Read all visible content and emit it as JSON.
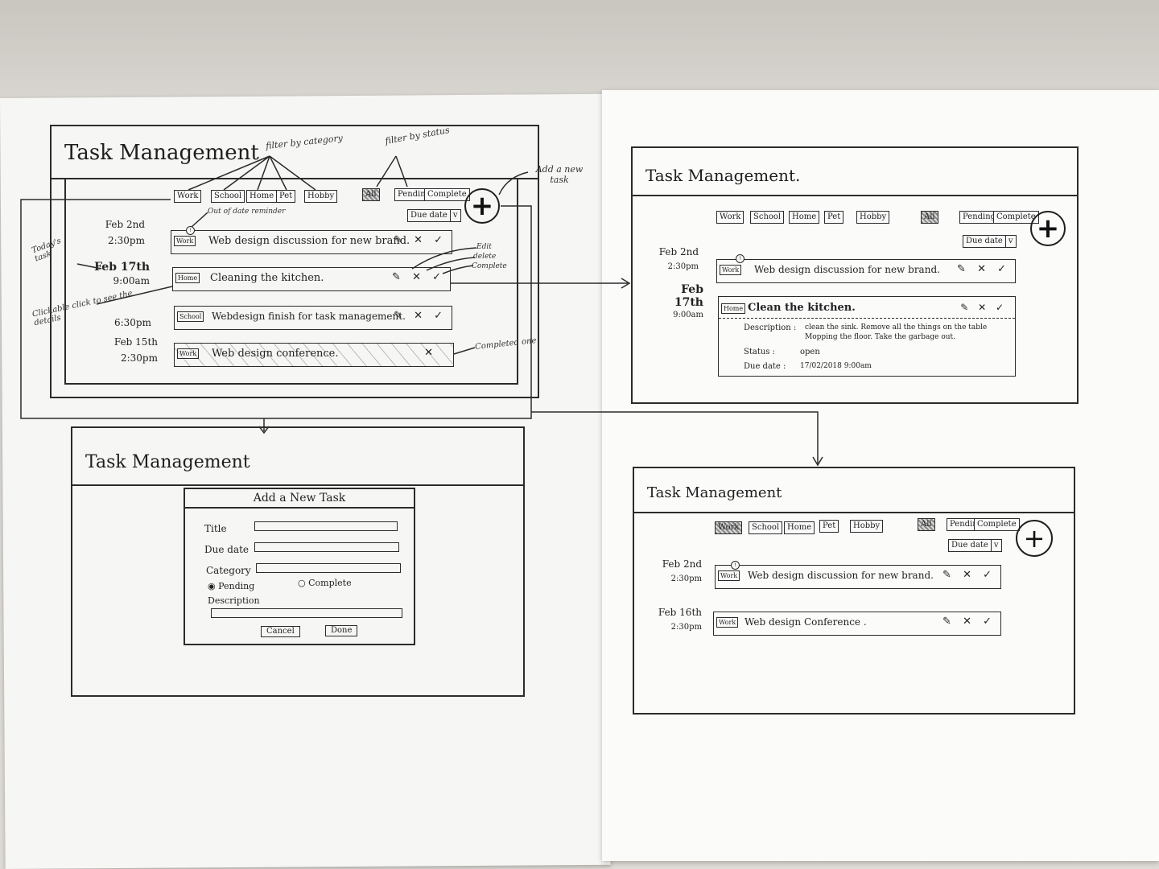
{
  "app_title": "Task Management",
  "screen1": {
    "title": "Task Management",
    "categories": [
      "Work",
      "School",
      "Home",
      "Pet",
      "Hobby"
    ],
    "statuses": [
      "All",
      "Pending",
      "Complete"
    ],
    "sort": "Due date",
    "dates": [
      {
        "day": "Feb 2nd",
        "time": "2:30pm"
      },
      {
        "day": "Feb 17th",
        "time": "9:00am"
      },
      {
        "day": "",
        "time": "6:30pm"
      },
      {
        "day": "Feb 15th",
        "time": "2:30pm"
      }
    ],
    "tasks": [
      {
        "tag": "Work",
        "title": "Web design discussion for new brand.",
        "actions": "✎ ✕ ✓"
      },
      {
        "tag": "Home",
        "title": "Cleaning the kitchen.",
        "actions": "✎ ✕ ✓"
      },
      {
        "tag": "School",
        "title": "Webdesign finish for task management.",
        "actions": "✎ ✕ ✓"
      },
      {
        "tag": "Work",
        "title": "Web design conference.",
        "actions": "✕"
      }
    ],
    "annotations": {
      "filter_category": "filter by category",
      "filter_status": "filter by status",
      "add_new": "Add a new task",
      "out_of_date": "Out of date reminder",
      "todays_task": "Today's task",
      "clickable": "Clickable click to see the details",
      "edit": "Edit",
      "delete": "delete",
      "complete": "Complete",
      "completed_one": "Completed one"
    }
  },
  "screen2": {
    "title": "Task Management.",
    "categories": [
      "Work",
      "School",
      "Home",
      "Pet",
      "Hobby"
    ],
    "statuses": [
      "All",
      "Pending",
      "Complete"
    ],
    "sort": "Due date",
    "dates": [
      {
        "day": "Feb 2nd",
        "time": "2:30pm"
      },
      {
        "day": "Feb 17th",
        "time": "9:00am"
      }
    ],
    "task1": {
      "tag": "Work",
      "title": "Web design discussion for new brand.",
      "actions": "✎ ✕ ✓"
    },
    "task2": {
      "tag": "Home",
      "title": "Clean the kitchen.",
      "actions": "✎ ✕ ✓",
      "desc_label": "Description :",
      "desc_1": "clean the sink. Remove all the things on the table",
      "desc_2": "Mopping the floor. Take the garbage out.",
      "status_label": "Status :",
      "status": "open",
      "due_label": "Due date :",
      "due": "17/02/2018 9:00am"
    }
  },
  "screen3": {
    "title": "Task Management",
    "modal_title": "Add a New Task",
    "title_label": "Title",
    "due_label": "Due date",
    "category_label": "Category",
    "pending_label": "Pending",
    "complete_label": "Complete",
    "description_label": "Description",
    "cancel": "Cancel",
    "done": "Done"
  },
  "screen4": {
    "title": "Task Management",
    "categories": [
      "Work",
      "School",
      "Home",
      "Pet",
      "Hobby"
    ],
    "statuses": [
      "All",
      "Pending",
      "Complete"
    ],
    "sort": "Due date",
    "dates": [
      {
        "day": "Feb 2nd",
        "time": "2:30pm"
      },
      {
        "day": "Feb 16th",
        "time": "2:30pm"
      }
    ],
    "tasks": [
      {
        "tag": "Work",
        "title": "Web design discussion for new brand.",
        "actions": "✎ ✕ ✓"
      },
      {
        "tag": "Work",
        "title": "Web design Conference .",
        "actions": "✎ ✕ ✓"
      }
    ]
  },
  "colors": {
    "ink": "#2b2b2b",
    "paper": "#f6f6f4",
    "desk": "#dedbd6"
  }
}
